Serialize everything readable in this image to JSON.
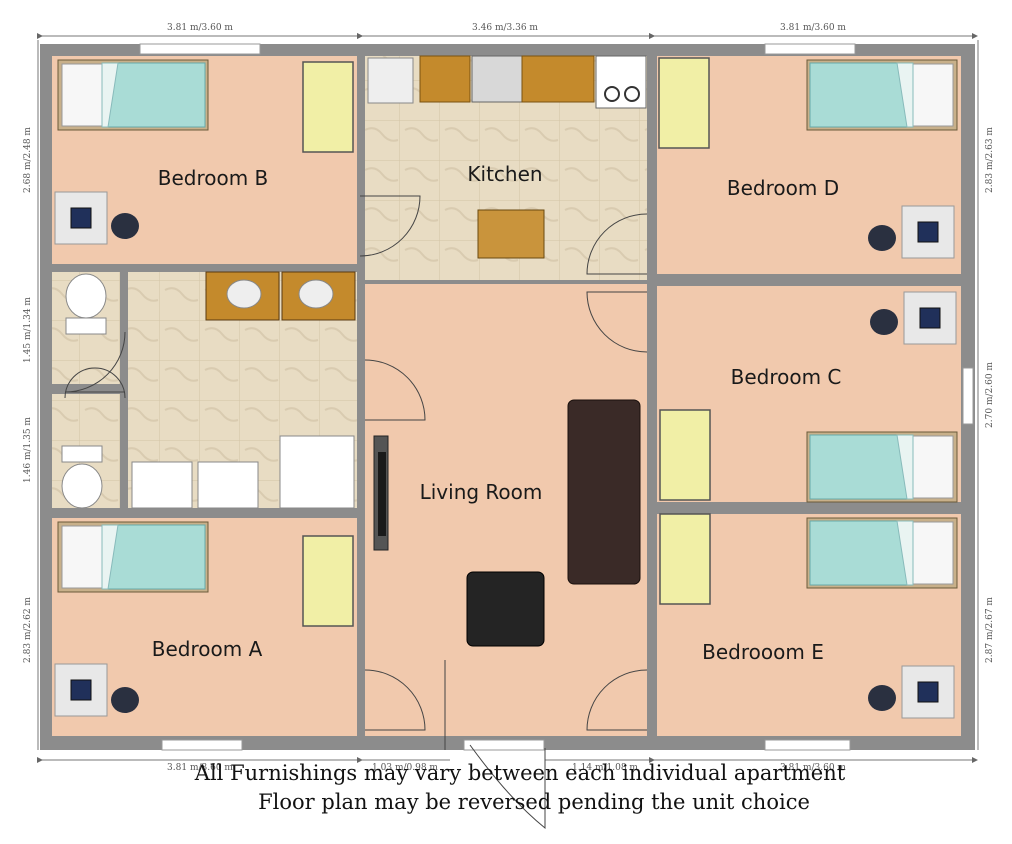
{
  "rooms": {
    "bedroom_b": "Bedroom B",
    "kitchen": "Kitchen",
    "bedroom_d": "Bedroom D",
    "bedroom_c": "Bedroom C",
    "living_room": "Living Room",
    "bedroom_a": "Bedroom A",
    "bedroom_e": "Bedrooom E"
  },
  "dimensions": {
    "top_left": "3.81 m/3.60 m",
    "top_mid": "3.46 m/3.36 m",
    "top_right": "3.81 m/3.60 m",
    "left_1": "2.68 m/2.48 m",
    "left_2": "1.45 m/1.34 m",
    "left_3": "1.46 m/1.35 m",
    "left_4": "2.83 m/2.62 m",
    "right_1": "2.83 m/2.63 m",
    "right_2": "2.70 m/2.60 m",
    "right_3": "2.87 m/2.67 m",
    "bottom_left": "3.81 m/3.60 m",
    "bottom_mid1": "1.03 m/0.98 m",
    "bottom_mid2": "1.14 m/1.08 m",
    "bottom_right": "3.81 m/3.60 m"
  },
  "notes": {
    "line1": "All Furnishings may vary between each individual apartment",
    "line2": "Floor plan may be reversed pending the unit choice"
  },
  "colors": {
    "wall": "#8c8c8c",
    "floor": "#f1c9ad",
    "tile": "#e6d8bd",
    "bedding": "#a9dcd6",
    "desk": "#f1efa6",
    "sofa": "#3a2a27",
    "counter": "#c48a2c"
  }
}
